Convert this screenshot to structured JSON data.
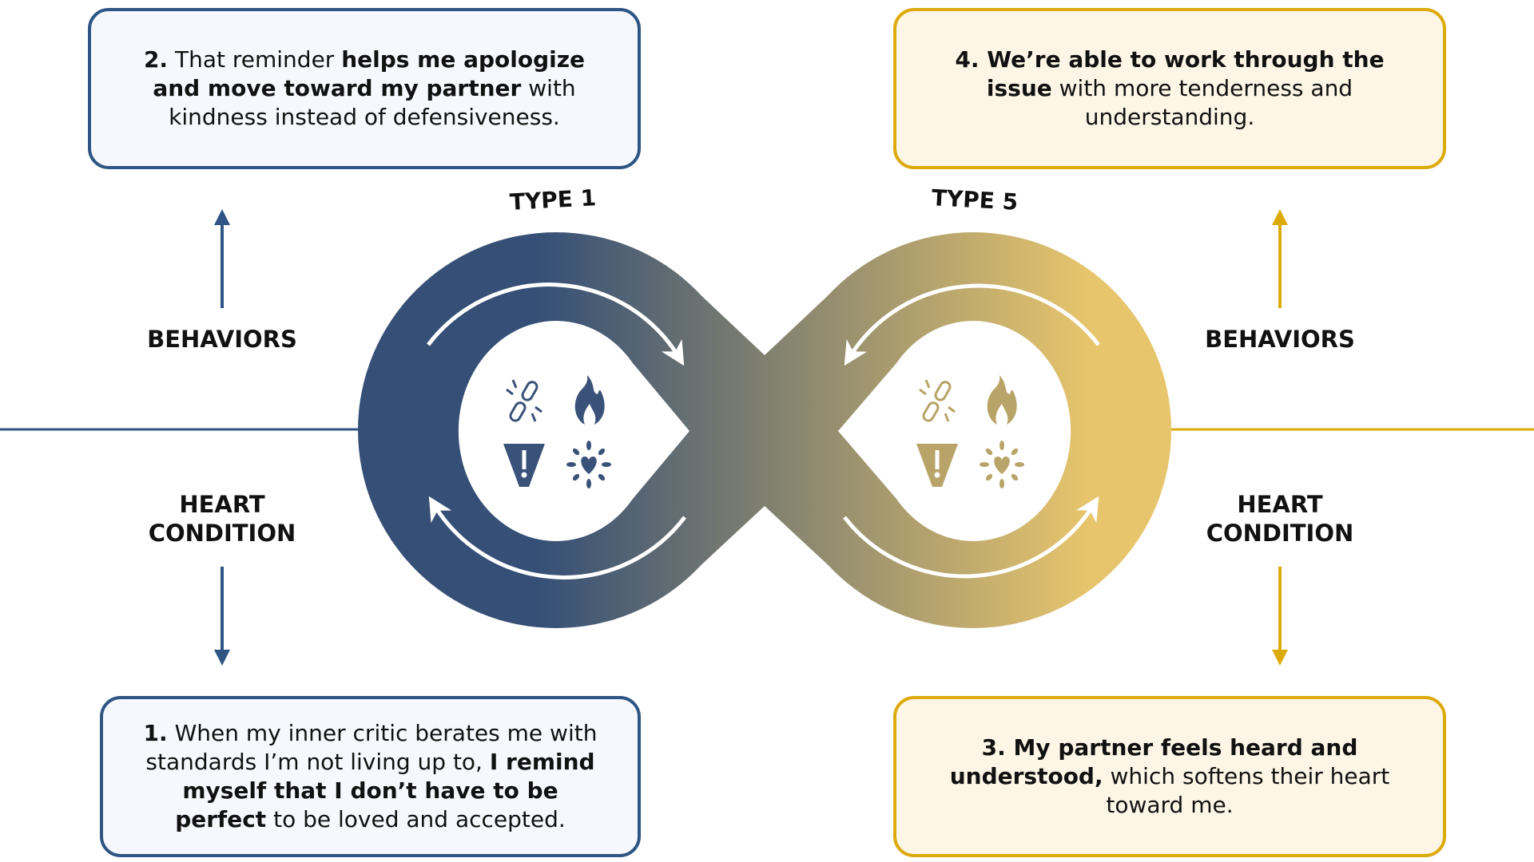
{
  "colors": {
    "blue": "#2e5583",
    "gold": "#dcaa0a",
    "gradient_start": "#354f76",
    "gradient_end": "#e7c56c"
  },
  "loops": {
    "left_title": "TYPE 1",
    "right_title": "TYPE 5"
  },
  "labels": {
    "behaviors_left": "BEHAVIORS",
    "behaviors_right": "BEHAVIORS",
    "heart_left": [
      "HEART",
      "CONDITION"
    ],
    "heart_right": [
      "HEART",
      "CONDITION"
    ]
  },
  "icons": [
    "broken-link-icon",
    "flame-icon",
    "warning-icon",
    "heart-burst-icon"
  ],
  "boxes": {
    "step1": [
      {
        "text": "1.",
        "bold": true
      },
      {
        "text": " When my inner critic berates me with standards I’m not living up to, ",
        "bold": false
      },
      {
        "text": "I remind myself that I don’t have to be perfect",
        "bold": true
      },
      {
        "text": " to be loved and accepted.",
        "bold": false
      }
    ],
    "step2": [
      {
        "text": "2.",
        "bold": true
      },
      {
        "text": " That reminder ",
        "bold": false
      },
      {
        "text": "helps me apologize and move toward my partner",
        "bold": true
      },
      {
        "text": " with kindness instead of defensiveness.",
        "bold": false
      }
    ],
    "step3": [
      {
        "text": "3. My partner feels heard and understood,",
        "bold": true
      },
      {
        "text": " which softens their heart toward me.",
        "bold": false
      }
    ],
    "step4": [
      {
        "text": "4. We’re able to work through the issue",
        "bold": true
      },
      {
        "text": " with more tenderness and understanding.",
        "bold": false
      }
    ]
  }
}
